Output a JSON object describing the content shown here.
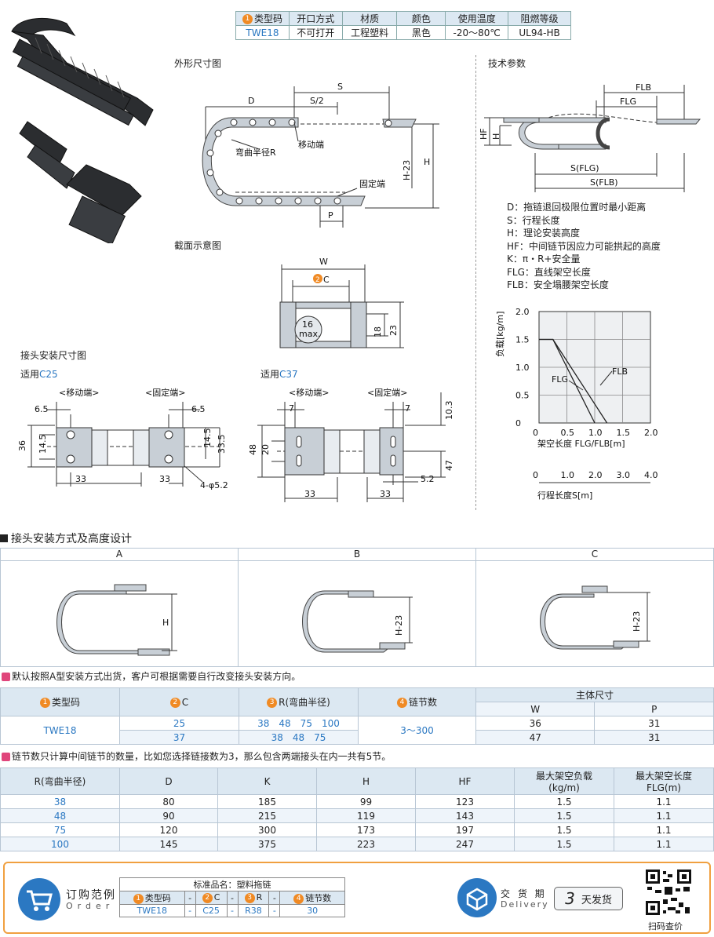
{
  "spec_table": {
    "headers": [
      "类型码",
      "开口方式",
      "材质",
      "颜色",
      "使用温度",
      "阻燃等级"
    ],
    "badge": "1",
    "row": [
      "TWE18",
      "不可打开",
      "工程塑料",
      "黑色",
      "-20～80℃",
      "UL94-HB"
    ]
  },
  "outline": {
    "title": "外形尺寸图",
    "labels": {
      "S": "S",
      "S2": "S/2",
      "D": "D",
      "H23": "H-23",
      "H": "H",
      "P": "P",
      "bend": "弯曲半径R",
      "moving": "移动端",
      "fixed": "固定端"
    }
  },
  "section": {
    "title": "截面示意图",
    "labels": {
      "W": "W",
      "C": "C",
      "c_badge": "2",
      "max1": "16",
      "max2": "max.",
      "d18": "18",
      "d23": "23"
    }
  },
  "joint": {
    "title": "接头安装尺寸图",
    "left": {
      "apply": "适用",
      "code": "C25",
      "moving": "<移动端>",
      "fixed": "<固定端>",
      "d65a": "6.5",
      "d65b": "6.5",
      "d36": "36",
      "d145a": "14.5",
      "d145b": "14.5",
      "d335": "33.5",
      "d33a": "33",
      "d33b": "33",
      "hole": "4-φ5.2"
    },
    "right": {
      "apply": "适用",
      "code": "C37",
      "moving": "<移动端>",
      "fixed": "<固定端>",
      "d7a": "7",
      "d7b": "7",
      "d103": "10.3",
      "d48": "48",
      "d20": "20",
      "d47": "47",
      "d33a": "33",
      "d33b": "33",
      "d52": "5.2"
    }
  },
  "tech": {
    "title": "技术参数",
    "labels": {
      "FLB": "FLB",
      "FLG": "FLG",
      "HF": "HF",
      "H": "H",
      "SFLG": "S(FLG)",
      "SFLB": "S(FLB)"
    },
    "defs": [
      "D：拖链退回极限位置时最小距离",
      "S：行程长度",
      "H：理论安装高度",
      "HF：中间链节因应力可能拱起的高度",
      "K：π・R+安全量",
      "FLG：直线架空长度",
      "FLB：安全塌腰架空长度"
    ]
  },
  "chart_data": {
    "type": "line",
    "ylabel": "负载[kg/m]",
    "xlabel": "架空长度 FLG/FLB[m]",
    "x2label": "行程长度S[m]",
    "yticks": [
      "2.0",
      "1.5",
      "1.0",
      "0.5",
      "0"
    ],
    "xticks": [
      "0",
      "0.5",
      "1.0",
      "1.5",
      "2.0"
    ],
    "x2ticks": [
      "0",
      "1.0",
      "2.0",
      "3.0",
      "4.0"
    ],
    "xlim": [
      0,
      2.0
    ],
    "ylim": [
      0,
      2.0
    ],
    "series": [
      {
        "name": "FLG",
        "points": [
          [
            0,
            1.5
          ],
          [
            0.25,
            1.5
          ],
          [
            1.0,
            0
          ]
        ]
      },
      {
        "name": "FLB",
        "points": [
          [
            0,
            1.5
          ],
          [
            0.25,
            1.5
          ],
          [
            1.22,
            0
          ]
        ]
      }
    ]
  },
  "install": {
    "title": "接头安装方式及高度设计",
    "cols": [
      "A",
      "B",
      "C"
    ],
    "labels": [
      "H",
      "H-23",
      "H-23"
    ]
  },
  "note1": "默认按照A型安装方式出货，客户可根据需要自行改变接头安装方向。",
  "table2": {
    "headers": [
      {
        "badge": "1",
        "text": "类型码"
      },
      {
        "badge": "2",
        "text": "C"
      },
      {
        "badge": "3",
        "text": "R(弯曲半径)"
      },
      {
        "badge": "4",
        "text": "链节数"
      }
    ],
    "main": "主体尺寸",
    "sub": [
      "W",
      "P"
    ],
    "type": "TWE18",
    "links": "3～300",
    "rows": [
      {
        "c": "25",
        "r": "38　48　75　100",
        "w": "36",
        "p": "31"
      },
      {
        "c": "37",
        "r": "38　48　75",
        "w": "47",
        "p": "31"
      }
    ]
  },
  "note2": "链节数只计算中间链节的数量，比如您选择链接数为3，那么包含两端接头在内一共有5节。",
  "table3": {
    "headers": [
      "R(弯曲半径)",
      "D",
      "K",
      "H",
      "HF",
      "最大架空负载",
      "(kg/m)",
      "最大架空长度",
      "FLG(m)"
    ],
    "rows": [
      [
        "38",
        "80",
        "185",
        "99",
        "123",
        "1.5",
        "1.1"
      ],
      [
        "48",
        "90",
        "215",
        "119",
        "143",
        "1.5",
        "1.1"
      ],
      [
        "75",
        "120",
        "300",
        "173",
        "197",
        "1.5",
        "1.1"
      ],
      [
        "100",
        "145",
        "375",
        "223",
        "247",
        "1.5",
        "1.1"
      ]
    ]
  },
  "order": {
    "title": "订购范例",
    "sub": "Order",
    "std_name": "标准品名：塑料拖链",
    "headers": [
      {
        "badge": "1",
        "text": "类型码"
      },
      {
        "badge": "2",
        "text": "C"
      },
      {
        "badge": "3",
        "text": "R"
      },
      {
        "badge": "4",
        "text": "链节数"
      }
    ],
    "values": [
      "TWE18",
      "-",
      "C25",
      "-",
      "R38",
      "-",
      "30"
    ],
    "dash": "-"
  },
  "delivery": {
    "cn": "交 货 期",
    "en": "Delivery",
    "days": "3",
    "suffix": "天发货"
  },
  "qr": {
    "label": "扫码查价"
  },
  "colors": {
    "accent": "#f08a24",
    "blue": "#2b78c2",
    "header": "#dce8f2",
    "orderBorder": "#f0a040"
  }
}
